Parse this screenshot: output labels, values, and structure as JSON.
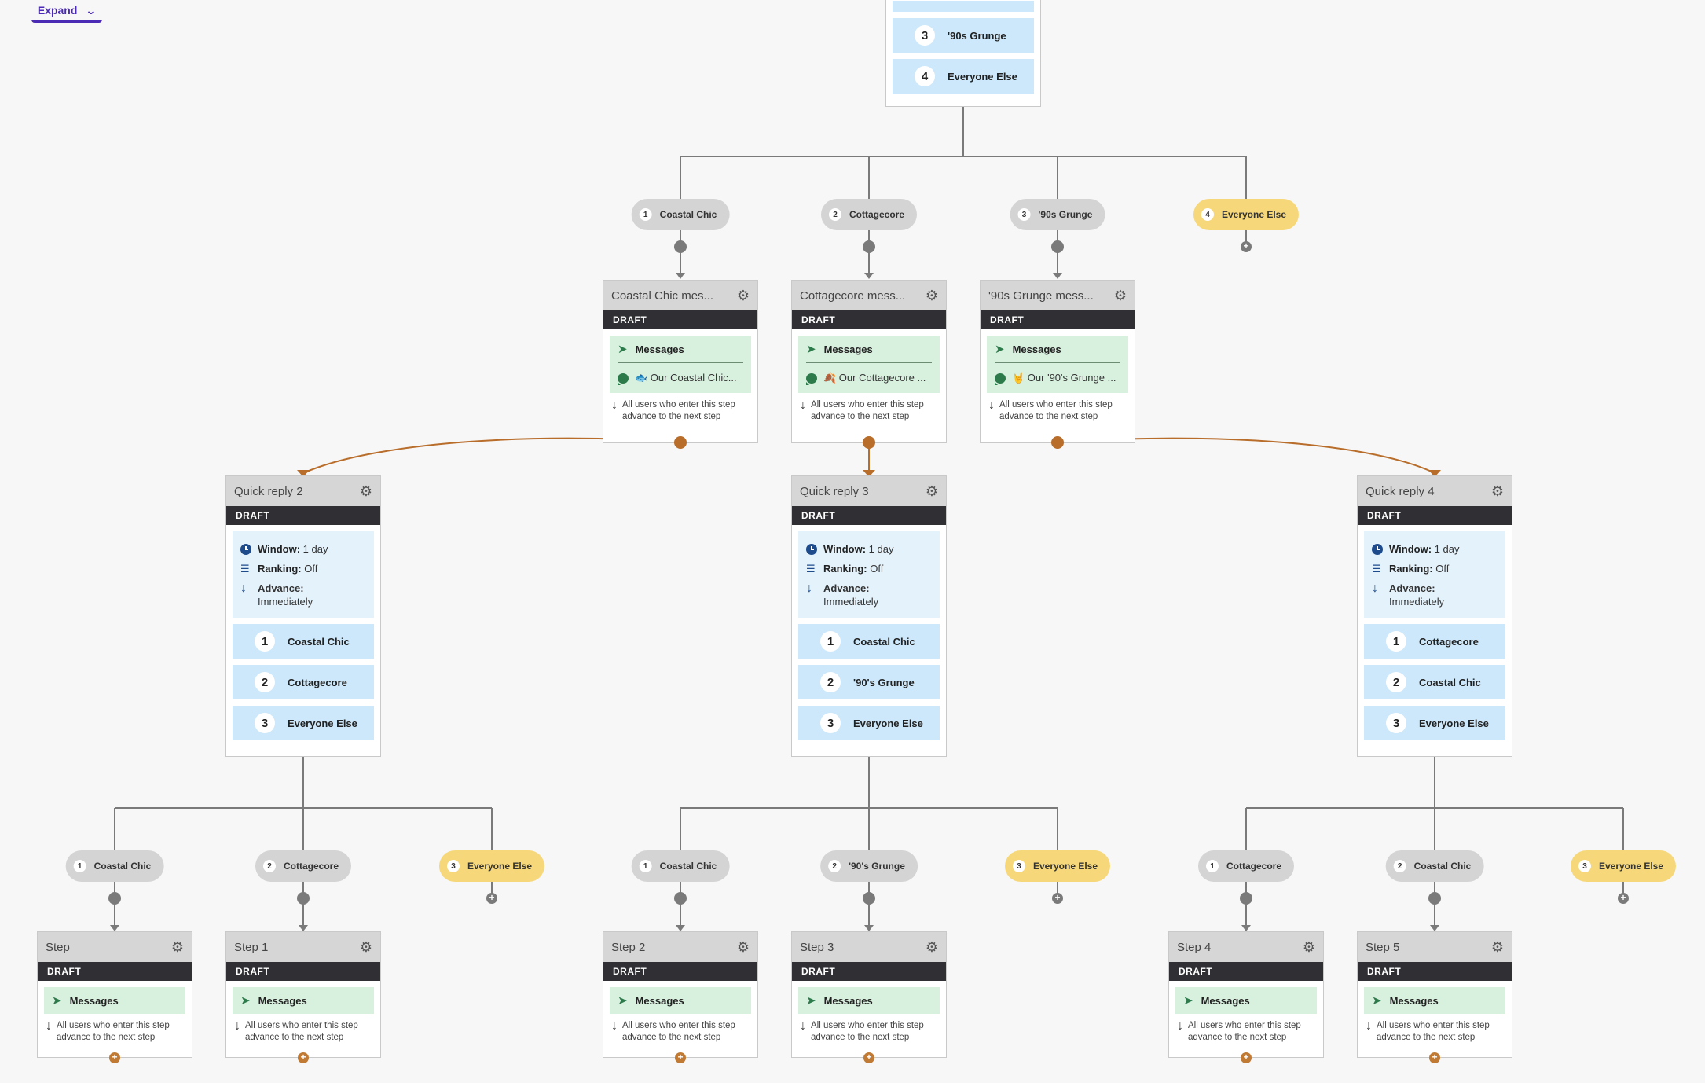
{
  "toolbar": {
    "expand_label": "Expand",
    "expand_icon": "double-chevron-down-icon"
  },
  "draft_label": "DRAFT",
  "messages_label": "Messages",
  "advance_note": "All users who enter this step advance to the next step",
  "top_card": {
    "items": [
      {
        "n": "3",
        "label": "'90s Grunge"
      },
      {
        "n": "4",
        "label": "Everyone Else"
      }
    ]
  },
  "level1_pills": [
    {
      "n": "1",
      "label": "Coastal Chic"
    },
    {
      "n": "2",
      "label": "Cottagecore"
    },
    {
      "n": "3",
      "label": "'90s Grunge"
    },
    {
      "n": "4",
      "label": "Everyone Else"
    }
  ],
  "message_cards": [
    {
      "title": "Coastal Chic mes...",
      "message": "🐟 Our Coastal Chic..."
    },
    {
      "title": "Cottagecore mess...",
      "message": "🍂 Our Cottagecore ..."
    },
    {
      "title": "'90s Grunge mess...",
      "message": "🤘 Our '90's Grunge ..."
    }
  ],
  "quick_replies": [
    {
      "title": "Quick reply 2",
      "window": "1 day",
      "ranking": "Off",
      "advance": "Immediately",
      "items": [
        {
          "n": "1",
          "label": "Coastal Chic"
        },
        {
          "n": "2",
          "label": "Cottagecore"
        },
        {
          "n": "3",
          "label": "Everyone Else"
        }
      ]
    },
    {
      "title": "Quick reply 3",
      "window": "1 day",
      "ranking": "Off",
      "advance": "Immediately",
      "items": [
        {
          "n": "1",
          "label": "Coastal Chic"
        },
        {
          "n": "2",
          "label": "'90's Grunge"
        },
        {
          "n": "3",
          "label": "Everyone Else"
        }
      ]
    },
    {
      "title": "Quick reply 4",
      "window": "1 day",
      "ranking": "Off",
      "advance": "Immediately",
      "items": [
        {
          "n": "1",
          "label": "Cottagecore"
        },
        {
          "n": "2",
          "label": "Coastal Chic"
        },
        {
          "n": "3",
          "label": "Everyone Else"
        }
      ]
    }
  ],
  "info_labels": {
    "window": "Window:",
    "ranking": "Ranking:",
    "advance": "Advance:"
  },
  "level2_pills": [
    {
      "n": "1",
      "label": "Coastal Chic"
    },
    {
      "n": "2",
      "label": "Cottagecore"
    },
    {
      "n": "3",
      "label": "Everyone Else"
    },
    {
      "n": "1",
      "label": "Coastal Chic"
    },
    {
      "n": "2",
      "label": "'90's Grunge"
    },
    {
      "n": "3",
      "label": "Everyone Else"
    },
    {
      "n": "1",
      "label": "Cottagecore"
    },
    {
      "n": "2",
      "label": "Coastal Chic"
    },
    {
      "n": "3",
      "label": "Everyone Else"
    }
  ],
  "step_cards": [
    {
      "title": "Step"
    },
    {
      "title": "Step 1"
    },
    {
      "title": "Step 2"
    },
    {
      "title": "Step 3"
    },
    {
      "title": "Step 4"
    },
    {
      "title": "Step 5"
    }
  ],
  "colors": {
    "accent": "#4b2bb5",
    "draft_bar": "#2f2f34",
    "message_bg": "#d8f0de",
    "branch_bg": "#cde8fa",
    "everyone_else_pill": "#f6d87a",
    "connector_orange": "#b86d2a"
  }
}
